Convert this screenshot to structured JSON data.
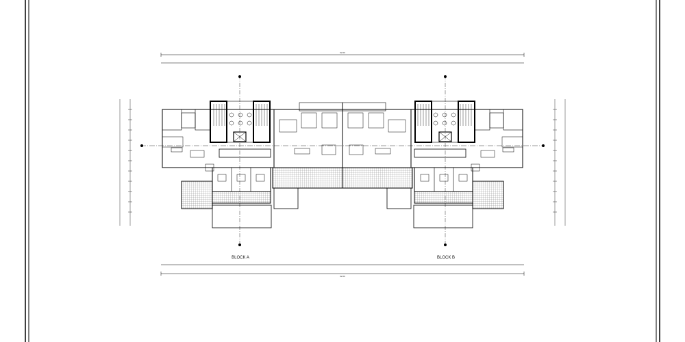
{
  "drawing": {
    "blocks": [
      {
        "label": "BLOCK A"
      },
      {
        "label": "BLOCK B"
      }
    ],
    "overall_dimension": "62.00",
    "colors": {
      "line": "#000000",
      "background": "#ffffff"
    }
  }
}
